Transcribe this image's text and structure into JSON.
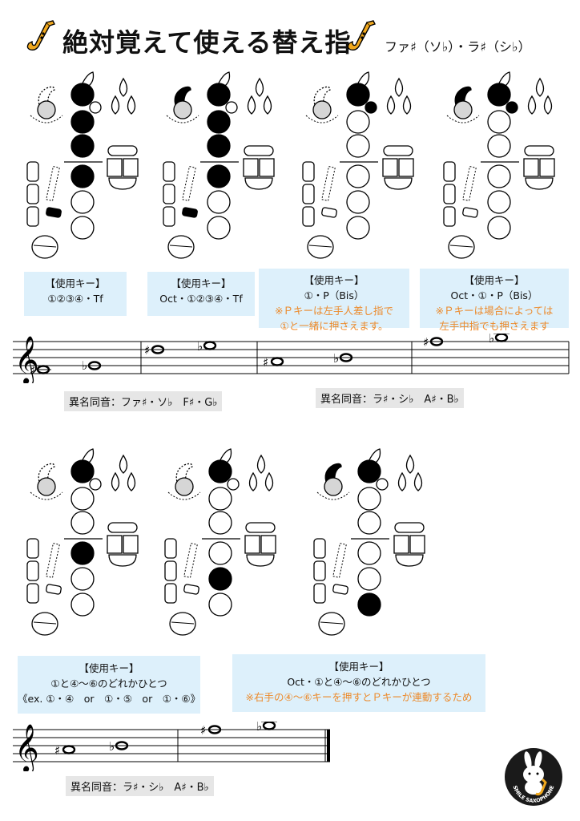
{
  "title": "絶対覚えて使える替え指",
  "subtitle": "ファ♯（ソ♭）・ラ♯（シ♭）",
  "charts": [
    {
      "pressed": [
        "k1",
        "k2",
        "k3",
        "k4",
        "tf"
      ],
      "octave": false
    },
    {
      "pressed": [
        "k1",
        "k2",
        "k3",
        "k4",
        "tf"
      ],
      "octave": true
    },
    {
      "pressed": [
        "k1",
        "bis"
      ],
      "octave": false
    },
    {
      "pressed": [
        "k1",
        "bis"
      ],
      "octave": true
    },
    {
      "pressed": [
        "k1",
        "k4"
      ],
      "octave": false
    },
    {
      "pressed": [
        "k1",
        "k5"
      ],
      "octave": false
    },
    {
      "pressed": [
        "k1",
        "k6"
      ],
      "octave": true
    }
  ],
  "info_boxes": [
    {
      "title": "【使用キー】",
      "lines": [
        "①②③④・Tf"
      ],
      "notes": []
    },
    {
      "title": "【使用キー】",
      "lines": [
        "Oct・①②③④・Tf"
      ],
      "notes": []
    },
    {
      "title": "【使用キー】",
      "lines": [
        "①・P（Bis）"
      ],
      "notes": [
        "※Ｐキーは左手人差し指で",
        "①と一緒に押さえます。"
      ]
    },
    {
      "title": "【使用キー】",
      "lines": [
        "Oct・①・P（Bis）"
      ],
      "notes": [
        "※Ｐキーは場合によっては",
        "左手中指でも押さえます"
      ]
    },
    {
      "title": "【使用キー】",
      "lines": [
        "①と④〜⑥のどれかひとつ",
        "《ex. ①・④　or　①・⑤　or　①・⑥》"
      ],
      "notes": []
    },
    {
      "title": "【使用キー】",
      "lines": [
        "Oct・①と④〜⑥のどれかひとつ"
      ],
      "notes": [
        "※右手の④〜⑥キーを押すとＰキーが連動するため"
      ]
    }
  ],
  "enharmonic": [
    "異名同音：ファ♯・ソ♭　F♯・G♭",
    "異名同音：ラ♯・シ♭　A♯・B♭",
    "異名同音：ラ♯・シ♭　A♯・B♭"
  ],
  "logo_text": "SMILE SAXOPHONE",
  "colors": {
    "info_bg": "#ddf0fb",
    "note": "#ec8a2b",
    "sax_gold": "#f0a81e",
    "key_fill": "#000000"
  }
}
